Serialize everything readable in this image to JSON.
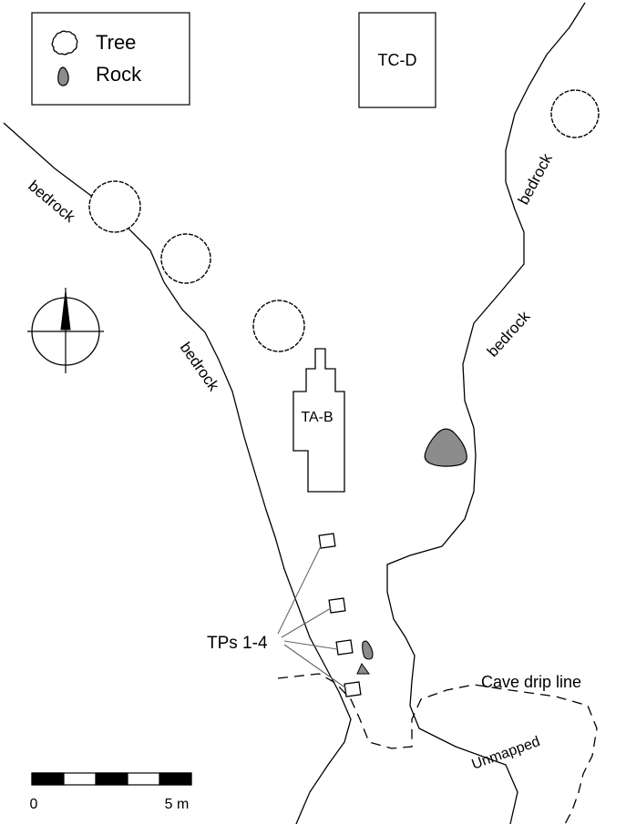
{
  "legend": {
    "items": [
      {
        "label": "Tree",
        "icon": "tree-icon"
      },
      {
        "label": "Rock",
        "icon": "rock-icon"
      }
    ]
  },
  "features": {
    "tc_d": "TC-D",
    "ta_b": "TA-B",
    "test_pits": "TPs 1-4",
    "drip_line": "Cave drip line",
    "unmapped": "Unmapped",
    "bedrock_labels": [
      "bedrock",
      "bedrock",
      "bedrock",
      "bedrock"
    ]
  },
  "scale_bar": {
    "start": "0",
    "end": "5 m"
  },
  "colors": {
    "rock_fill": "#8c8c8c",
    "line": "#000000"
  }
}
